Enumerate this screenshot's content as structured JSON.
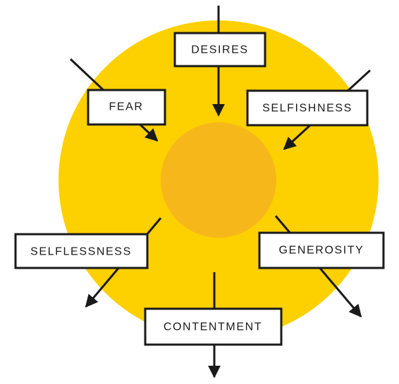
{
  "colors": {
    "outer_circle": "#fdd000",
    "inner_circle": "#f6b71b",
    "box_fill": "#ffffff",
    "stroke": "#1a1a1a"
  },
  "labels": {
    "desires": "DESIRES",
    "fear": "FEAR",
    "selfishness": "SELFISHNESS",
    "selflessness": "SELFLESSNESS",
    "generosity": "GENEROSITY",
    "contentment": "CONTENTMENT"
  }
}
